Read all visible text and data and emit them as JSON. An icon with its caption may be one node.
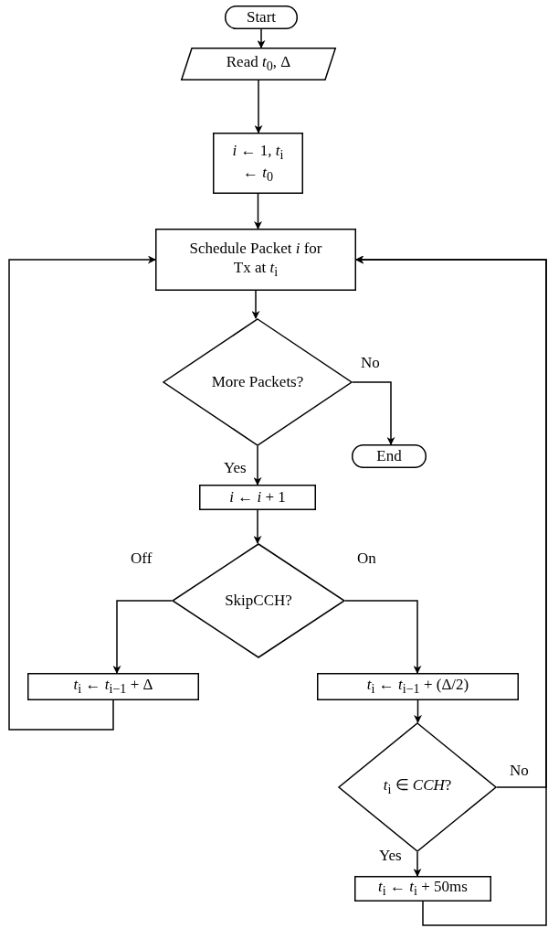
{
  "diagram": {
    "nodes": [
      {
        "text": [
          "Start"
        ]
      },
      {
        "text": [
          "Read *t*$_{0}$, Δ"
        ]
      },
      {
        "text": [
          "*i* ← 1, *t*$_{i}$ ← *t*$_{0}$"
        ]
      },
      {
        "text": [
          "Schedule Packet *i* for Tx at *t*$_{i}$"
        ]
      },
      {
        "text": [
          "More Packets?"
        ]
      },
      {
        "text": [
          "End"
        ]
      },
      {
        "text": [
          "*i* ← *i* + 1"
        ]
      },
      {
        "text": [
          "SkipCCH?"
        ]
      },
      {
        "text": [
          "*t*$_{i}$ ← *t*$_{i−1}$ + Δ"
        ]
      },
      {
        "text": [
          "*t*$_{i}$ ← *t*$_{i−1}$ + (Δ/2)"
        ]
      },
      {
        "text": [
          "*t*$_{i}$ ∈ *CCH*?"
        ]
      },
      {
        "text": [
          "*t*$_{i}$ ← *t*$_{i}$ + 50ms"
        ]
      }
    ],
    "edges": [
      {
        "from": 0,
        "to": 1,
        "arrow": "to"
      },
      {
        "from": 1,
        "to": 2,
        "arrow": "to"
      },
      {
        "from": 2,
        "to": 3,
        "arrow": "to"
      },
      {
        "from": 3,
        "to": 4,
        "arrow": "to"
      },
      {
        "from": 4,
        "to": 5,
        "arrow": "to",
        "label": "No"
      },
      {
        "from": 4,
        "to": 6,
        "arrow": "to",
        "label": "Yes"
      },
      {
        "from": 6,
        "to": 7,
        "arrow": "to"
      },
      {
        "from": 7,
        "to": 8,
        "arrow": "to",
        "label": "Off"
      },
      {
        "from": 7,
        "to": 9,
        "arrow": "to",
        "label": "On"
      },
      {
        "from": 8,
        "to": 3,
        "arrow": "to"
      },
      {
        "from": 9,
        "to": 10,
        "arrow": "to"
      },
      {
        "from": 10,
        "to": 3,
        "arrow": "to",
        "label": "No"
      },
      {
        "from": 10,
        "to": 11,
        "arrow": "to",
        "label": "Yes"
      },
      {
        "from": 11,
        "to": 3,
        "arrow": "to"
      }
    ]
  }
}
